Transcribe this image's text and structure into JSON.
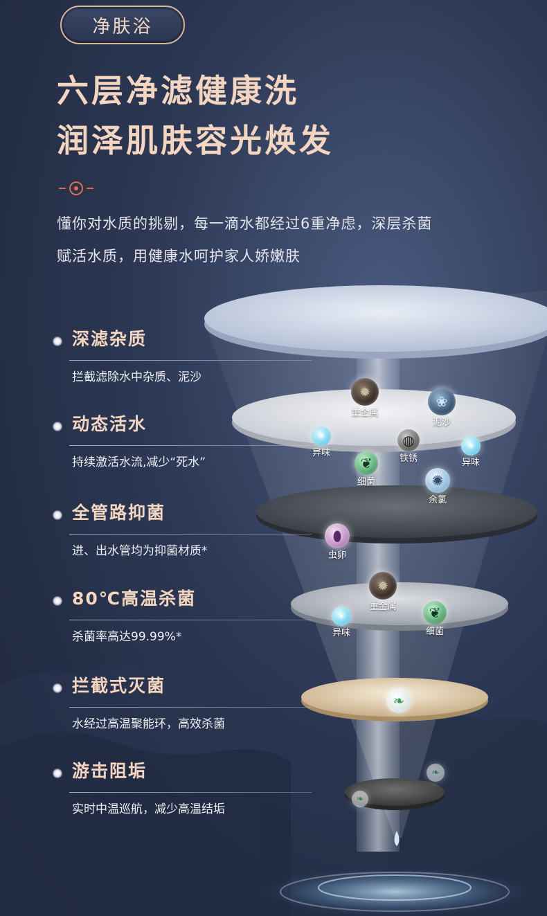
{
  "badge": {
    "label": "净肤浴"
  },
  "headline": {
    "line1": "六层净滤健康洗",
    "line2": "润泽肌肤容光焕发"
  },
  "intro": {
    "line1": "懂你对水质的挑剔，每一滴水都经过6重净虑，深层杀菌",
    "line2": "赋活水质，用健康水呵护家人娇嫩肤"
  },
  "features": [
    {
      "title": "深滤杂质",
      "desc": "拦截滤除水中杂质、泥沙"
    },
    {
      "title": "动态活水",
      "desc": "持续激活水流,减少“死水”"
    },
    {
      "title": "全管路抑菌",
      "desc": "进、出水管均为抑菌材质*"
    },
    {
      "title": "80℃高温杀菌",
      "desc": "杀菌率高达99.99%*"
    },
    {
      "title": "拦截式灭菌",
      "desc": "水经过高温聚能环，高效杀菌"
    },
    {
      "title": "游击阻垢",
      "desc": "实时中温巡航，减少高温结垢"
    }
  ],
  "particles": [
    {
      "label": "重金属",
      "icon": "heavy-metal-icon"
    },
    {
      "label": "泥沙",
      "icon": "sand-icon"
    },
    {
      "label": "异味",
      "icon": "odor-icon"
    },
    {
      "label": "铁锈",
      "icon": "rust-icon"
    },
    {
      "label": "异味",
      "icon": "odor-icon"
    },
    {
      "label": "细菌",
      "icon": "bacteria-icon"
    },
    {
      "label": "余氯",
      "icon": "chlorine-icon"
    },
    {
      "label": "虫卵",
      "icon": "egg-icon"
    },
    {
      "label": "重金属",
      "icon": "heavy-metal-icon"
    },
    {
      "label": "异味",
      "icon": "odor-icon"
    },
    {
      "label": "细菌",
      "icon": "bacteria-icon"
    }
  ],
  "colors": {
    "accent_gold": "#d9b597",
    "title_text": "#f4d6c0",
    "background": "#2c3854"
  }
}
